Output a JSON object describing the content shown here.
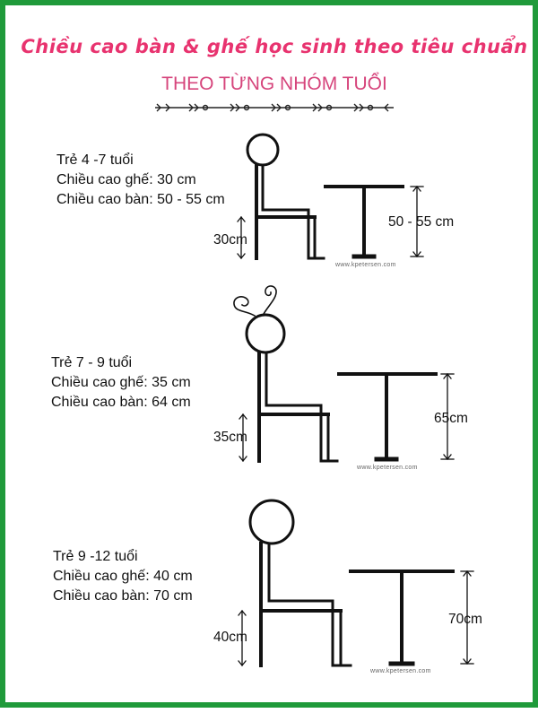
{
  "title": "Chiều cao bàn & ghế học sinh theo tiêu chuẩn",
  "subtitle": "THEO TỪNG NHÓM TUỔI",
  "colors": {
    "title": "#e8336f",
    "subtitle": "#d6457c",
    "border": "#1f9a3a",
    "figure": "#111111"
  },
  "groups": [
    {
      "age": "Trẻ 4 -7 tuổi",
      "chair_line": "Chiều cao ghế: 30 cm",
      "table_line": "Chiều cao bàn: 50 - 55 cm",
      "chair_label": "30cm",
      "table_label": "50 - 55 cm",
      "watermark": "www.kpetersen.com"
    },
    {
      "age": "Trẻ 7 - 9 tuổi",
      "chair_line": "Chiều cao ghế: 35 cm",
      "table_line": "Chiều cao bàn: 64 cm",
      "chair_label": "35cm",
      "table_label": "65cm",
      "watermark": "www.kpetersen.com"
    },
    {
      "age": "Trẻ 9 -12 tuổi",
      "chair_line": "Chiều cao ghế: 40 cm",
      "table_line": "Chiều cao bàn: 70 cm",
      "chair_label": "40cm",
      "table_label": "70cm",
      "watermark": "www.kpetersen.com"
    }
  ]
}
